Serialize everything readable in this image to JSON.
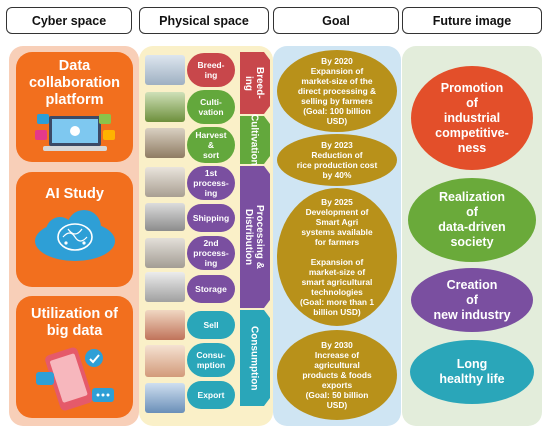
{
  "headers": [
    "Cyber space",
    "Physical space",
    "Goal",
    "Future image"
  ],
  "cyber": [
    {
      "title": "Data collaboration platform",
      "icon": "laptop-apps-icon"
    },
    {
      "title": "AI Study",
      "icon": "brain-cloud-icon"
    },
    {
      "title": "Utilization of big data",
      "icon": "smartphone-social-icon"
    }
  ],
  "physical": {
    "breeding": {
      "step": "Breed-\ning",
      "band": "Breed-\ning"
    },
    "cultivation": {
      "steps": [
        "Culti-\nvation",
        "Harvest\n&\nsort"
      ],
      "band": "Cultivation"
    },
    "processing": {
      "steps": [
        "1st\nprocess-\ning",
        "Shipping",
        "2nd\nprocess-\ning",
        "Storage"
      ],
      "band": "Processing &\nDistribution"
    },
    "consumption": {
      "steps": [
        "Sell",
        "Consu-\nmption",
        "Export"
      ],
      "band": "Consumption"
    }
  },
  "goals": [
    "By 2020\nExpansion of\nmarket-size of the\ndirect processing &\nselling by farmers\n(Goal: 100 billion\nUSD)",
    "By 2023\nReduction of\nrice production cost\nby 40%",
    "By 2025\nDevelopment of\nSmart Agri\nsystems available\nfor farmers\n\nExpansion of\nmarket-size of\nsmart agricultural\ntechnologies\n(Goal: more than 1\nbillion USD)",
    "By 2030\nIncrease of\nagricultural\nproducts & foods\nexports\n(Goal: 50 billion\nUSD)"
  ],
  "future": [
    {
      "text": "Promotion\nof\nindustrial\ncompetitive-\nness",
      "color": "#e34f2a"
    },
    {
      "text": "Realization\nof\ndata-driven\nsociety",
      "color": "#6aaa3a"
    },
    {
      "text": "Creation\nof\nnew industry",
      "color": "#7a4fa0"
    },
    {
      "text": "Long\nhealthy life",
      "color": "#2aa6b9"
    }
  ]
}
